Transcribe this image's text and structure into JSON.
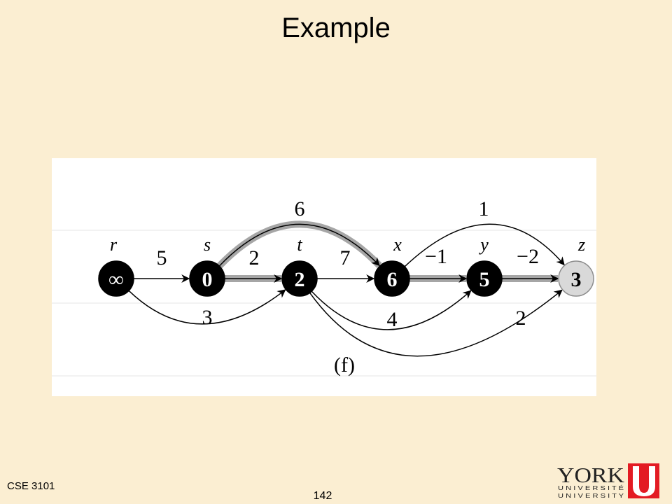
{
  "slide": {
    "title": "Example",
    "course": "CSE 3101",
    "page_number": "142"
  },
  "logo": {
    "word": "YORK",
    "line1": "U N I V E R S I T É",
    "line2": "U N I V E R S I T Y",
    "colors": {
      "text": "#222222",
      "emblem": "#e31b23"
    }
  },
  "diagram": {
    "caption": "(f)",
    "vertices": [
      {
        "id": "r",
        "label": "r",
        "value": "∞",
        "fill": "#000000",
        "text_color": "#ffffff"
      },
      {
        "id": "s",
        "label": "s",
        "value": "0",
        "fill": "#000000",
        "text_color": "#ffffff"
      },
      {
        "id": "t",
        "label": "t",
        "value": "2",
        "fill": "#000000",
        "text_color": "#ffffff"
      },
      {
        "id": "x",
        "label": "x",
        "value": "6",
        "fill": "#000000",
        "text_color": "#ffffff"
      },
      {
        "id": "y",
        "label": "y",
        "value": "5",
        "fill": "#000000",
        "text_color": "#ffffff"
      },
      {
        "id": "z",
        "label": "z",
        "value": "3",
        "fill": "#d9d9d9",
        "text_color": "#000000"
      }
    ],
    "edges": [
      {
        "from": "r",
        "to": "s",
        "weight": "5",
        "in_tree": false
      },
      {
        "from": "r",
        "to": "t",
        "weight": "3",
        "in_tree": false
      },
      {
        "from": "s",
        "to": "t",
        "weight": "2",
        "in_tree": true
      },
      {
        "from": "s",
        "to": "x",
        "weight": "6",
        "in_tree": true
      },
      {
        "from": "t",
        "to": "x",
        "weight": "7",
        "in_tree": false
      },
      {
        "from": "t",
        "to": "y",
        "weight": "4",
        "in_tree": false
      },
      {
        "from": "t",
        "to": "z",
        "weight": "2",
        "in_tree": false
      },
      {
        "from": "x",
        "to": "y",
        "weight": "−1",
        "in_tree": true
      },
      {
        "from": "x",
        "to": "z",
        "weight": "1",
        "in_tree": false
      },
      {
        "from": "y",
        "to": "z",
        "weight": "−2",
        "in_tree": true
      }
    ],
    "colors": {
      "tree_edge": "#a6a6a6",
      "edge": "#000000",
      "background": "#ffffff"
    }
  }
}
